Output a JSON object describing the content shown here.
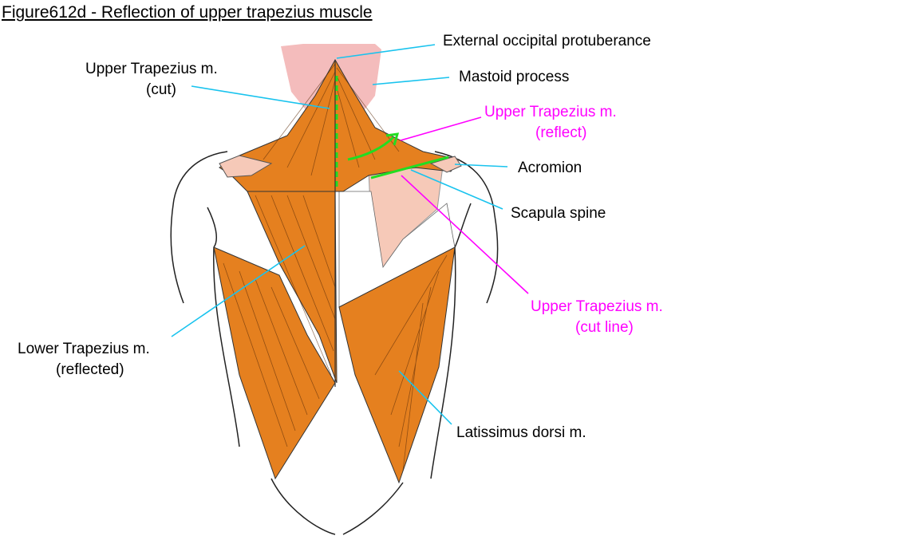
{
  "title": "Figure612d - Reflection of upper trapezius muscle",
  "labels": {
    "external_occipital": "External occipital protuberance",
    "mastoid": "Mastoid process",
    "upper_trap_cut_1": "Upper Trapezius m.",
    "upper_trap_cut_2": "(cut)",
    "upper_trap_reflect_1": "Upper Trapezius m.",
    "upper_trap_reflect_2": "(reflect)",
    "acromion": "Acromion",
    "scapula_spine": "Scapula spine",
    "upper_trap_cutline_1": "Upper Trapezius m.",
    "upper_trap_cutline_2": "(cut line)",
    "lower_trap_1": "Lower Trapezius m.",
    "lower_trap_2": "(reflected)",
    "latissimus": "Latissimus dorsi m."
  },
  "colors": {
    "muscle": "#e5801f",
    "bone": "#f6c9b8",
    "leader_cyan": "#19c3ee",
    "leader_magenta": "#ff00ff",
    "marker_green": "#22dd22"
  }
}
